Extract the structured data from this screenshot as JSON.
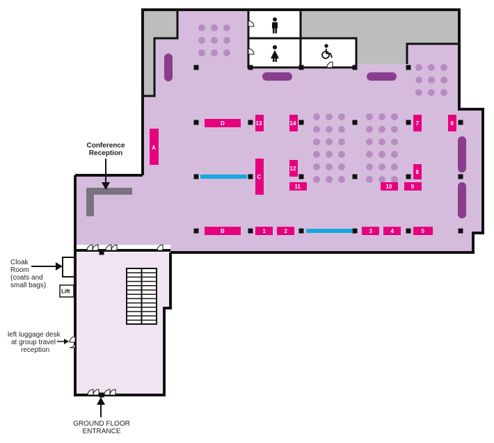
{
  "labels": {
    "conference_reception_1": "Conference",
    "conference_reception_2": "Reception",
    "cloak_1": "Cloak",
    "cloak_2": "Room",
    "cloak_3": "(coats and",
    "cloak_4": "small bags)",
    "lift": "Lift",
    "luggage_1": "left luggage desk",
    "luggage_2": "at group travel",
    "luggage_3": "reception",
    "entrance_1": "GROUND FLOOR",
    "entrance_2": "ENTRANCE"
  },
  "stands": {
    "A": "A",
    "B": "B",
    "C": "C",
    "D": "D",
    "s1": "1",
    "s2": "2",
    "s3": "3",
    "s4": "4",
    "s5": "5",
    "s6": "6",
    "s7": "7",
    "s8": "8",
    "s9": "9",
    "s10": "10",
    "s11": "11",
    "s12": "12",
    "s13": "13",
    "s14": "14"
  },
  "icons": {
    "male_toilet": "male-toilet-icon",
    "female_toilet": "female-toilet-icon",
    "accessible_toilet": "wheelchair-icon"
  },
  "colors": {
    "hall": "#d5bcdc",
    "lobby": "#f1e4f2",
    "service": "#bdbdbd",
    "stand": "#e6007e",
    "sofa": "#8a3d8c",
    "table": "#b88cc3",
    "counter": "#16a8e0",
    "reception_desk": "#7b7280",
    "wall": "#111111"
  }
}
